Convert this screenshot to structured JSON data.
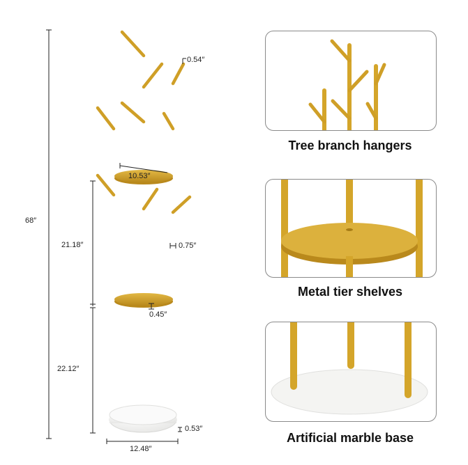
{
  "dimensions": {
    "total_height": "68″",
    "branch_tip": "0.54″",
    "top_shelf_width": "10.53″",
    "upper_section": "21.18″",
    "pole_diameter": "0.75″",
    "shelf_thickness": "0.45″",
    "lower_section": "22.12″",
    "base_thickness": "0.53″",
    "base_width": "12.48″"
  },
  "features": [
    {
      "caption": "Tree branch hangers"
    },
    {
      "caption": "Metal tier shelves"
    },
    {
      "caption": "Artificial marble base"
    }
  ],
  "colors": {
    "gold": "#d4a52a",
    "gold_dark": "#b08418",
    "gold_light": "#e7c34f",
    "marble": "#f4f4f2",
    "dim_line": "#222222",
    "panel_border": "#8a8a8a"
  }
}
